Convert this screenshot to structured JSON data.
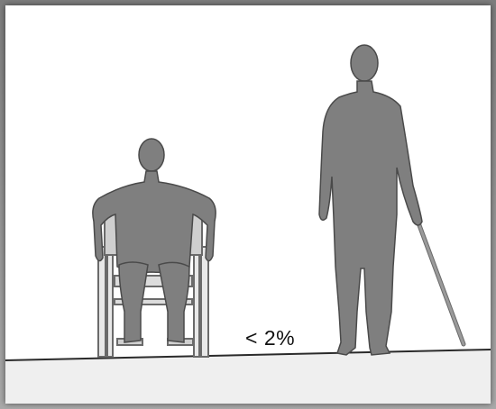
{
  "diagram": {
    "slope_label": "< 2%"
  },
  "colors": {
    "figure_fill": "#7f7f7f",
    "figure_stroke": "#4a4a4a",
    "ground_fill": "#efefef",
    "ground_line": "#2a2a2a",
    "wheelchair": "#6a6a6a",
    "cane": "#8a8a8a",
    "background": "#ffffff"
  },
  "figures": [
    {
      "name": "wheelchair-user",
      "description_icon": "wheelchair-user-icon"
    },
    {
      "name": "cane-user",
      "description_icon": "white-cane-user-icon"
    }
  ]
}
